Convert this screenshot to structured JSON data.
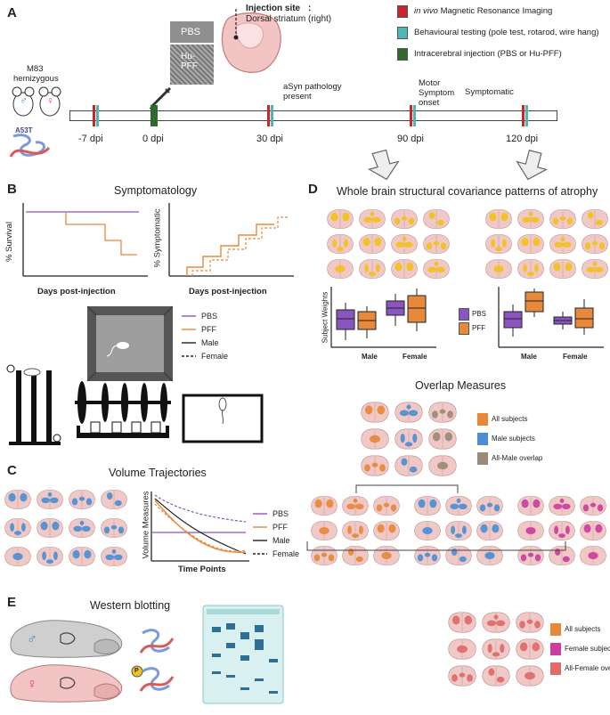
{
  "panels": {
    "a": "A",
    "b": "B",
    "c": "C",
    "d": "D",
    "e": "E"
  },
  "panel_a": {
    "injection_site_title": "Injection site",
    "injection_site_detail": "Dorsal striatum (right)",
    "pbs_label": "PBS",
    "hupff_label": "Hu-PFF",
    "mouse_line": [
      "M83",
      "hemizygous"
    ],
    "mutation": "A53T",
    "legend": [
      {
        "color": "#c8262b",
        "prefix": "in vivo",
        "text": " Magnetic Resonance Imaging"
      },
      {
        "color": "#4db8b4",
        "prefix": "",
        "text": "Behavioural testing (pole test, rotarod, wire hang)"
      },
      {
        "color": "#2e6a2a",
        "prefix": "",
        "text": "Intracerebral injection (PBS or Hu-PFF)"
      }
    ],
    "timepoints": [
      "-7 dpi",
      "0 dpi",
      "30 dpi",
      "90 dpi",
      "120 dpi"
    ],
    "events": {
      "pathology": [
        "aSyn pathology",
        "present"
      ],
      "motor": [
        "Motor",
        "Symptom",
        "onset"
      ],
      "symptomatic": "Symptomatic"
    }
  },
  "panel_b": {
    "title": "Symptomatology",
    "survival_ylabel": "% Survival",
    "symptomatic_ylabel": "% Symptomatic",
    "xlabel": "Days post-injection",
    "legend": [
      "PBS",
      "PFF",
      "Male",
      "Female"
    ]
  },
  "panel_c": {
    "title": "Volume Trajectories",
    "ylabel": "Volume Measures",
    "xlabel": "Time Points",
    "legend": [
      "PBS",
      "PFF",
      "Male",
      "Female"
    ]
  },
  "panel_d": {
    "title": "Whole brain structural covariance patterns of atrophy",
    "ylabel": "Subject Weights",
    "groups": [
      "Male",
      "Female"
    ],
    "box_legend": [
      "PBS",
      "PFF"
    ],
    "overlap_title": "Overlap Measures",
    "overlap_legend_male": [
      {
        "color": "#e8883a",
        "text": "All subjects"
      },
      {
        "color": "#4a8fd4",
        "text": "Male subjects"
      },
      {
        "color": "#9a8a78",
        "text": "All-Male overlap"
      }
    ],
    "overlap_legend_female": [
      {
        "color": "#e8883a",
        "text": "All subjects"
      },
      {
        "color": "#cc3ea0",
        "text": "Female subjects"
      },
      {
        "color": "#e06a6a",
        "text": "All-Female overlap"
      }
    ]
  },
  "panel_e": {
    "title": "Western blotting",
    "phospho": "P"
  },
  "colors": {
    "pbs": "#8a55c0",
    "pff": "#e8883a",
    "timeline_red": "#c8262b",
    "timeline_teal": "#4db8b4",
    "timeline_green": "#2e6a2a",
    "atrophy_yellow": "#f2c21b",
    "volume_blue": "#4a8fd4"
  }
}
